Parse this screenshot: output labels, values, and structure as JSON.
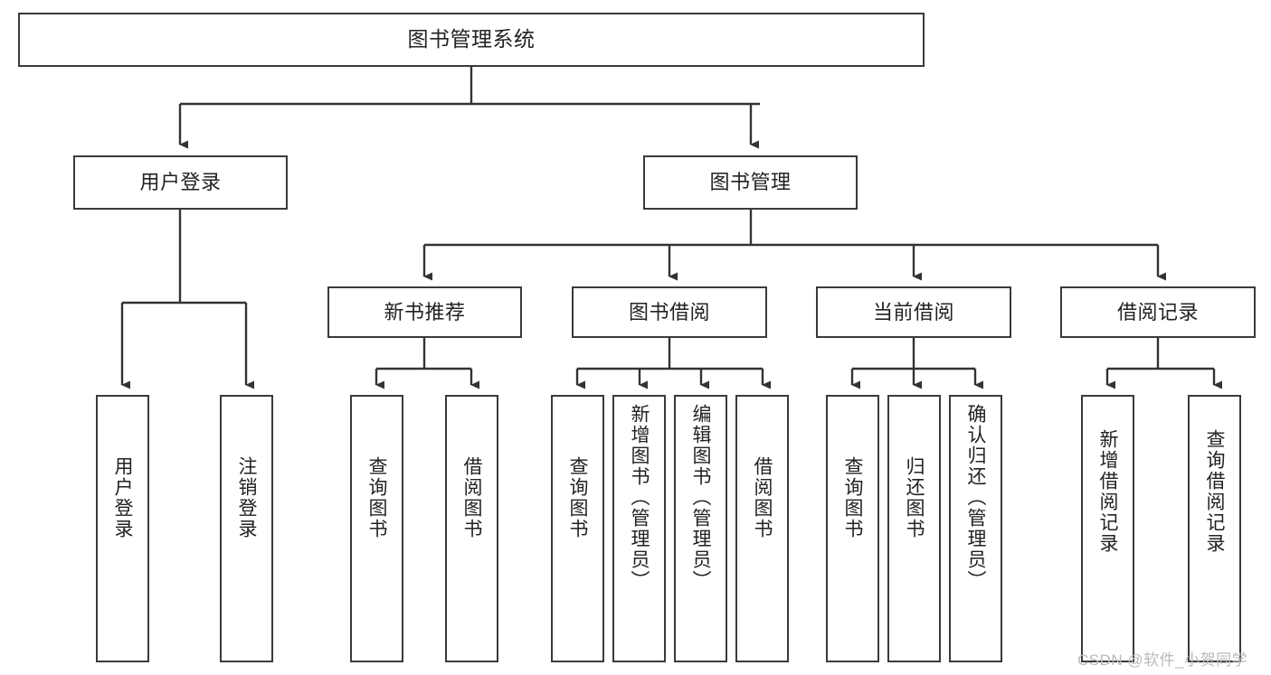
{
  "diagram": {
    "type": "tree-hierarchy",
    "title": "图书管理系统",
    "orientation": "top-down",
    "colors": {
      "box_border": "#3a3a3a",
      "box_fill": "#ffffff",
      "edge": "#333333",
      "text": "#222222",
      "watermark": "#b9b9b9",
      "background": "#ffffff"
    },
    "nodes": {
      "root": {
        "label": "图书管理系统",
        "level": 0
      },
      "level1": [
        {
          "id": "user-login",
          "label": "用户登录"
        },
        {
          "id": "book-manage",
          "label": "图书管理"
        }
      ],
      "level2": [
        {
          "id": "new-book-recommend",
          "label": "新书推荐",
          "parent": "book-manage"
        },
        {
          "id": "book-borrow",
          "label": "图书借阅",
          "parent": "book-manage"
        },
        {
          "id": "current-borrow",
          "label": "当前借阅",
          "parent": "book-manage"
        },
        {
          "id": "borrow-record",
          "label": "借阅记录",
          "parent": "book-manage"
        }
      ],
      "leaves": {
        "user-login": [
          {
            "id": "leaf-user-login",
            "label": "用户登录"
          },
          {
            "id": "leaf-user-logout",
            "label": "注销登录"
          }
        ],
        "new-book-recommend": [
          {
            "id": "leaf-query-book-1",
            "label": "查询图书"
          },
          {
            "id": "leaf-borrow-book-1",
            "label": "借阅图书"
          }
        ],
        "book-borrow": [
          {
            "id": "leaf-query-book-2",
            "label": "查询图书"
          },
          {
            "id": "leaf-add-book",
            "label": "新增图书（管理员）"
          },
          {
            "id": "leaf-edit-book",
            "label": "编辑图书（管理员）"
          },
          {
            "id": "leaf-borrow-book-2",
            "label": "借阅图书"
          }
        ],
        "current-borrow": [
          {
            "id": "leaf-query-book-3",
            "label": "查询图书"
          },
          {
            "id": "leaf-return-book",
            "label": "归还图书"
          },
          {
            "id": "leaf-confirm-return",
            "label": "确认归还（管理员）"
          }
        ],
        "borrow-record": [
          {
            "id": "leaf-add-record",
            "label": "新增借阅记录"
          },
          {
            "id": "leaf-query-record",
            "label": "查询借阅记录"
          }
        ]
      }
    },
    "watermark": "CSDN @软件_小贺同学"
  }
}
